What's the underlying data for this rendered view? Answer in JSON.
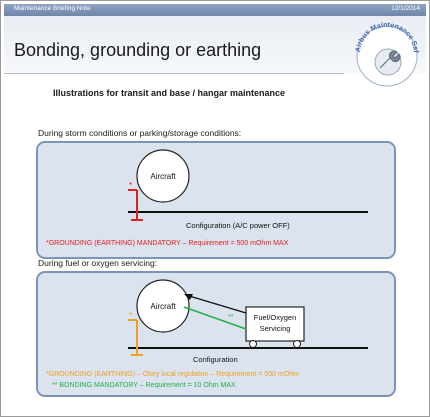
{
  "header": {
    "left_label": "Maintenance Briefing Note",
    "right_label": "12/1/2014",
    "title": "Bonding, grounding or earthing",
    "logo_text": "Airbus Maintenance Safety Panel"
  },
  "subtitle": "Illustrations for transit and base / hangar maintenance",
  "storm": {
    "caption": "During storm conditions or parking/storage conditions:",
    "aircraft": "Aircraft",
    "configuration": "Configuration (A/C power OFF)",
    "note": "*GROUNDING (EARTHING) MANDATORY – Requirement = 500 mOhm MAX",
    "marker": "*"
  },
  "fuel": {
    "caption": "During fuel or oxygen servicing:",
    "aircraft": "Aircraft",
    "cart_line1": "Fuel/Oxygen",
    "cart_line2": "Servicing",
    "configuration": "Configuration",
    "note1": "*GROUNDING (EARTHING) – Obey local regulation – Requirement = 500 mOhm",
    "note2": "** BONDING MANDATORY – Requirement = 10 Ohm MAX",
    "marker1": "*",
    "marker2": "**"
  },
  "colors": {
    "red": "#e02020",
    "orange": "#f0a020",
    "green": "#22b04a",
    "panel": "#dbe3ee",
    "panel_border": "#7d94b8"
  }
}
